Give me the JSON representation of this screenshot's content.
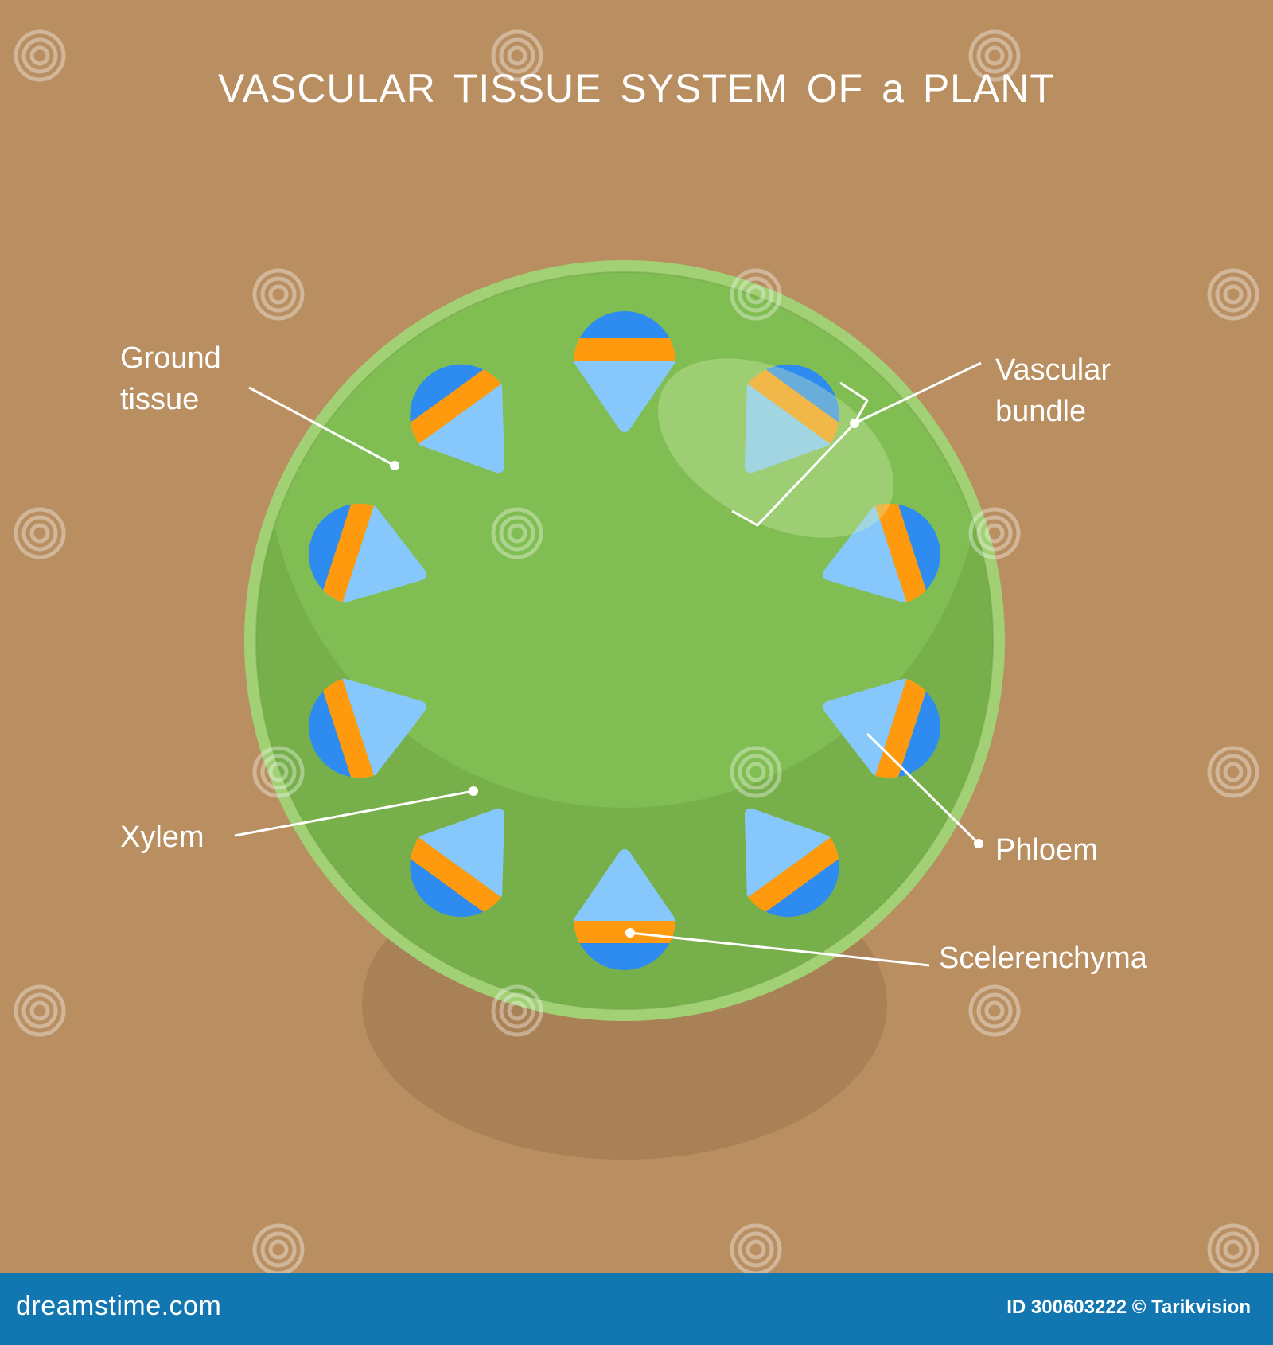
{
  "title": "VASCULAR  TISSUE  SYSTEM  OF a  PLANT",
  "labels": {
    "ground_tissue": [
      "Ground",
      "tissue"
    ],
    "vascular_bundle": [
      "Vascular",
      "bundle"
    ],
    "xylem": "Xylem",
    "phloem": "Phloem",
    "sclerenchyma": "Scelerenchyma"
  },
  "colors": {
    "background": "#b98f62",
    "ground_tissue": "#80bd52",
    "ground_tissue_rim": "#a2d075",
    "xylem": "#86c8fb",
    "phloem": "#ff9a0f",
    "sclerenchyma": "#2e8bf0",
    "footer": "#1277b0"
  },
  "watermark": {
    "brand": "dreamstime",
    "footer_site": "dreamstime.com",
    "footer_credit": "ID 300603222 © Tarikvision"
  }
}
